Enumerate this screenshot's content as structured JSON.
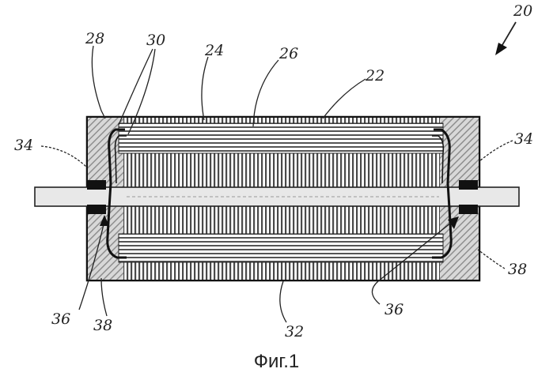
{
  "figure": {
    "caption": "Фиг.1",
    "labels": {
      "l20": "20",
      "l28": "28",
      "l30": "30",
      "l24": "24",
      "l26": "26",
      "l22": "22",
      "l34_left": "34",
      "l34_right": "34",
      "l36_left": "36",
      "l36_right": "36",
      "l38_left": "38",
      "l38_right": "38",
      "l32": "32"
    }
  }
}
